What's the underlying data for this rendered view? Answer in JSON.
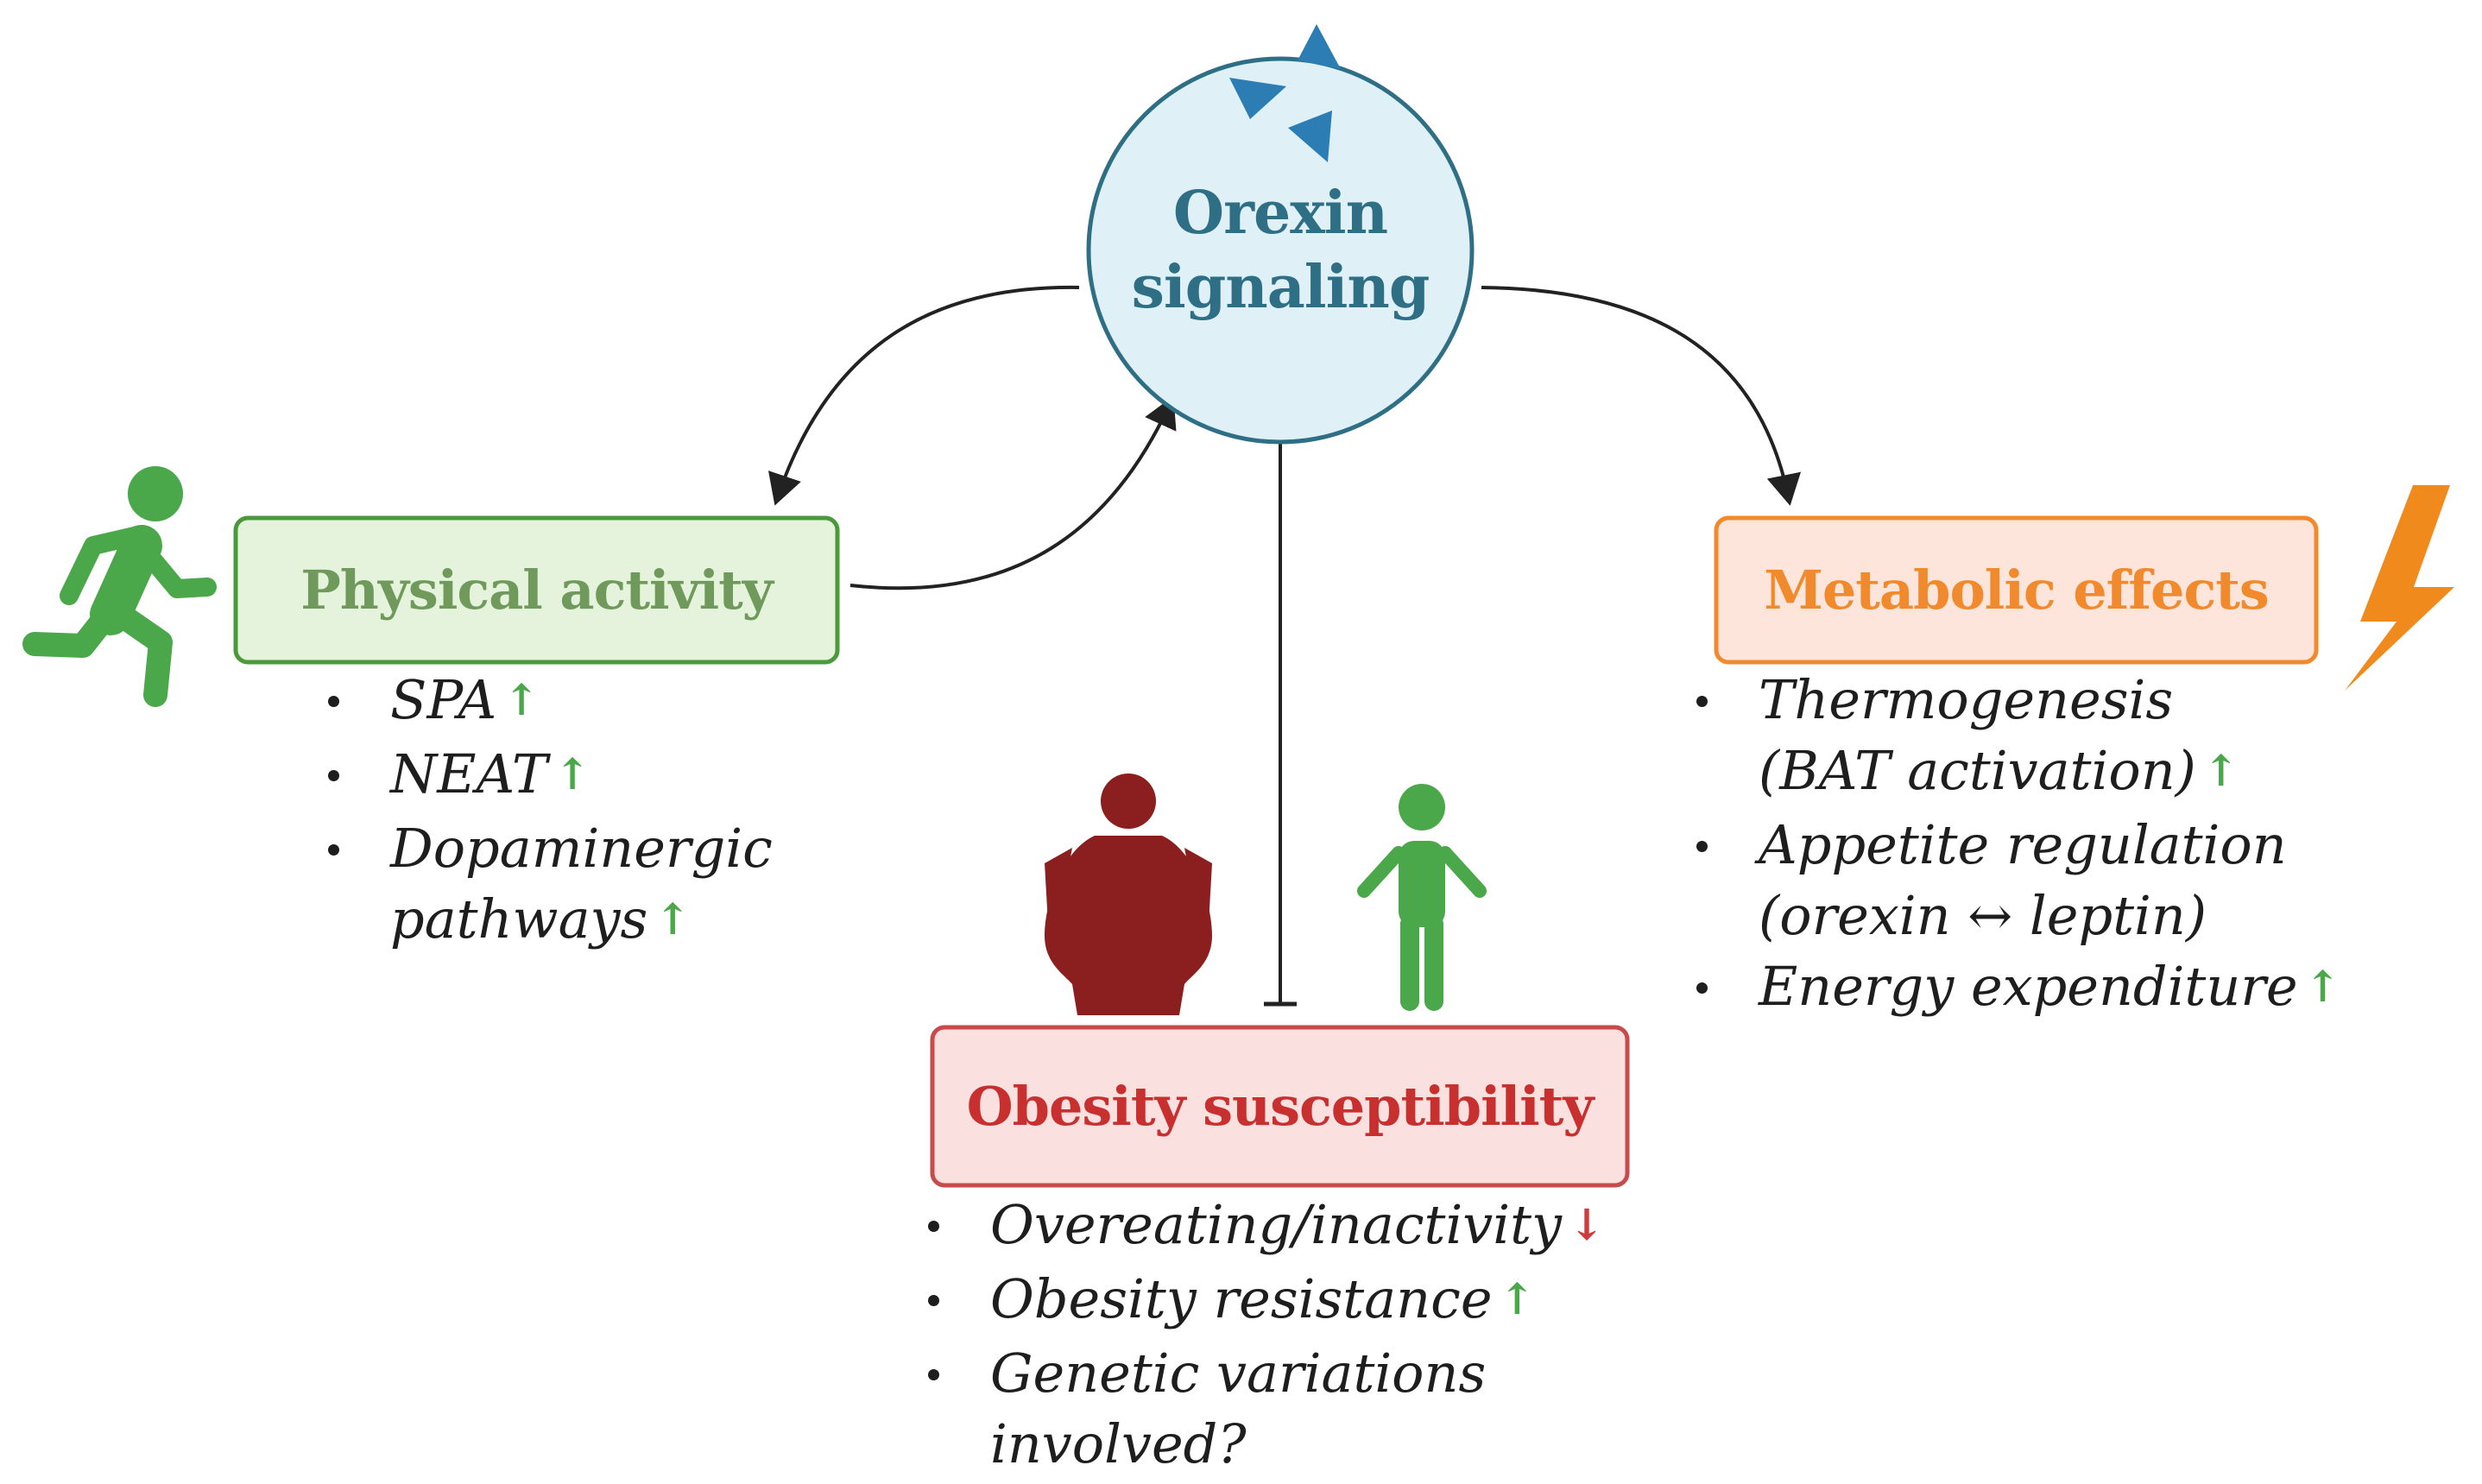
{
  "nodes": {
    "orexin": {
      "line1": "Orexin",
      "line2": "signaling"
    },
    "physical_activity": {
      "label": "Physical activity"
    },
    "metabolic_effects": {
      "label": "Metabolic effects"
    },
    "obesity_susceptibility": {
      "label": "Obesity susceptibility"
    }
  },
  "physical_activity_list": [
    {
      "lines": [
        "SPA"
      ],
      "trend": "↑"
    },
    {
      "lines": [
        "NEAT"
      ],
      "trend": "↑"
    },
    {
      "lines": [
        "Dopaminergic",
        "pathways"
      ],
      "trend": "↑"
    }
  ],
  "metabolic_list": [
    {
      "lines": [
        "Thermogenesis",
        "(BAT activation)"
      ],
      "trend": "↑"
    },
    {
      "lines": [
        "Appetite regulation",
        "(orexin ↔ leptin)"
      ],
      "trend": ""
    },
    {
      "lines": [
        "Energy expenditure"
      ],
      "trend": "↑"
    }
  ],
  "obesity_list": [
    {
      "lines": [
        "Overeating/inactivity"
      ],
      "trend": "↓"
    },
    {
      "lines": [
        "Obesity resistance"
      ],
      "trend": "↑"
    },
    {
      "lines": [
        "Genetic variations",
        "involved?"
      ],
      "trend": ""
    }
  ],
  "colors": {
    "orexin_fill": "#dff1f7",
    "orexin_stroke": "#2f6f86",
    "orexin_text": "#2f6f86",
    "triangle": "#2b7db3",
    "activity_fill": "#e5f3dc",
    "activity_stroke": "#4a9a3c",
    "activity_text": "#6f9a5c",
    "metabolic_fill": "#fde5dc",
    "metabolic_stroke": "#f08a2c",
    "metabolic_text": "#f08a2c",
    "obesity_fill": "#fbe0e0",
    "obesity_stroke": "#c84a4a",
    "obesity_text": "#c8302f",
    "arrow_up": "#4aa84a",
    "arrow_down": "#d03a3a",
    "obese_figure": "#8b1f1f",
    "lean_figure": "#4aa84a",
    "runner": "#4aa84a",
    "lightning": "#f08a1c",
    "connector": "#222222"
  },
  "icons": [
    "runner-icon",
    "lightning-icon",
    "obese-person-icon",
    "lean-person-icon",
    "orexin-triangle-icon"
  ]
}
